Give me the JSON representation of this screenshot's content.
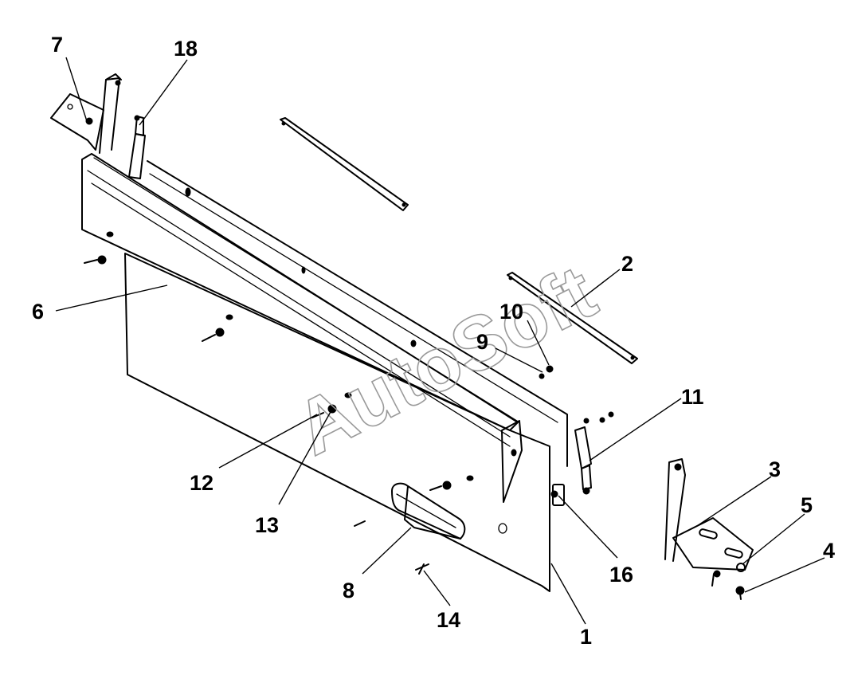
{
  "watermark": "AutoSoft",
  "callouts": [
    "1",
    "2",
    "3",
    "4",
    "5",
    "6",
    "7",
    "8",
    "9",
    "10",
    "11",
    "12",
    "13",
    "14",
    "16",
    "18"
  ]
}
